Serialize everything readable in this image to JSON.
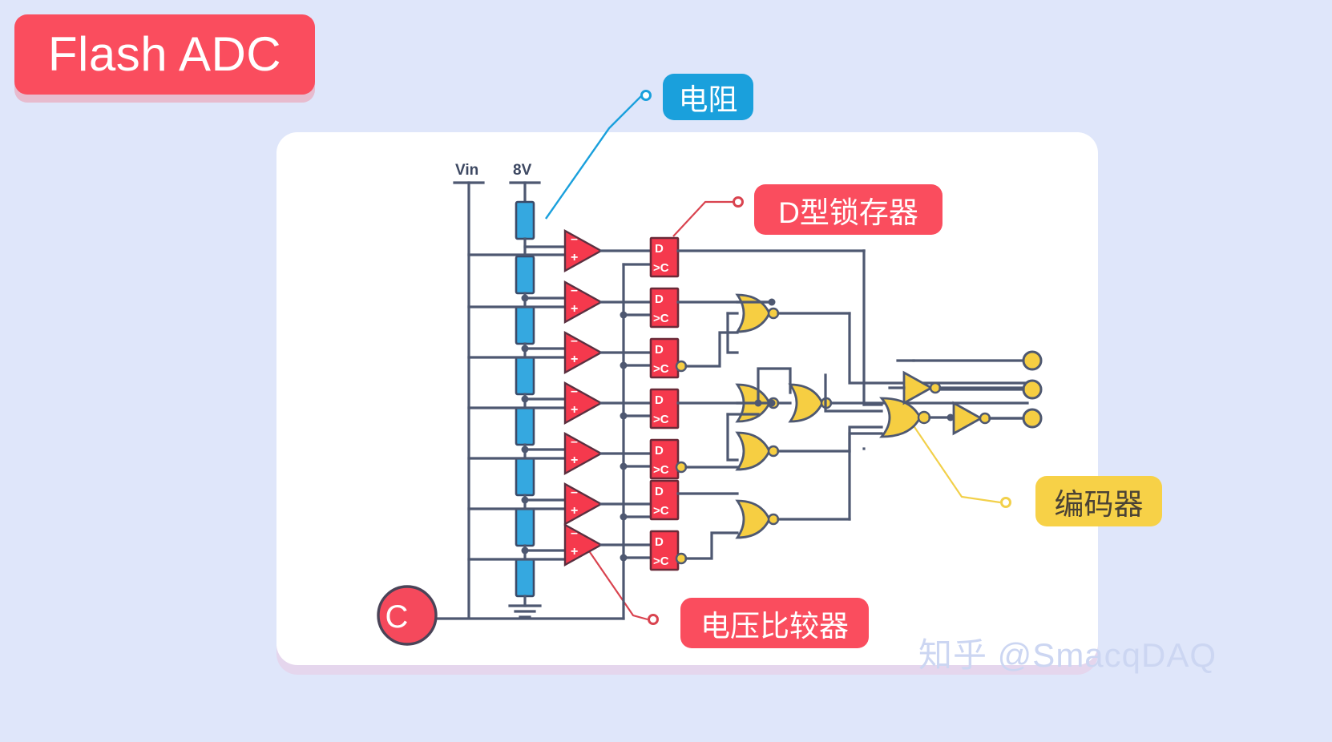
{
  "background_color": "#dfe6fa",
  "card_color": "#ffffff",
  "title": {
    "text": "Flash ADC",
    "badge_color": "#fa4d5e",
    "text_color": "#ffffff"
  },
  "watermark": {
    "text": "知乎 @SmacqDAQ",
    "color": "#ccd6f2"
  },
  "callouts": [
    {
      "id": "resistor",
      "label": "电阻",
      "color": "#1aa0dc",
      "text_color": "#ffffff",
      "points_to": "resistor-ladder"
    },
    {
      "id": "latch",
      "label": "D型锁存器",
      "color": "#fa4d5e",
      "text_color": "#ffffff",
      "points_to": "d-latch-column"
    },
    {
      "id": "comparator",
      "label": "电压比较器",
      "color": "#fa4d5e",
      "text_color": "#ffffff",
      "points_to": "comparator-column"
    },
    {
      "id": "encoder",
      "label": "编码器",
      "color": "#f7d147",
      "text_color": "#4a4235",
      "points_to": "encoder-nor-gates"
    }
  ],
  "circuit": {
    "rails": [
      {
        "name": "vin-rail",
        "label": "Vin"
      },
      {
        "name": "vref-rail",
        "label": "8V"
      }
    ],
    "resistor_ladder": {
      "count": 8,
      "color": "#35a8e0",
      "top_node_label": "8V",
      "bottom_node": "ground"
    },
    "comparators": {
      "count": 7,
      "color": "#f5394d",
      "inverting_input_label": "-",
      "noninverting_input_label": "+"
    },
    "latches": {
      "count": 7,
      "color": "#f5394d",
      "data_pin_label": "D",
      "clock_pin_label": ">C"
    },
    "clock_source": {
      "label": "C",
      "color": "#f5495c"
    },
    "nor_gates": {
      "count": 6,
      "color": "#f6ce42"
    },
    "inverters": {
      "count": 2,
      "color": "#f6ce42"
    },
    "outputs": {
      "count": 3,
      "color": "#f6ce42"
    }
  }
}
